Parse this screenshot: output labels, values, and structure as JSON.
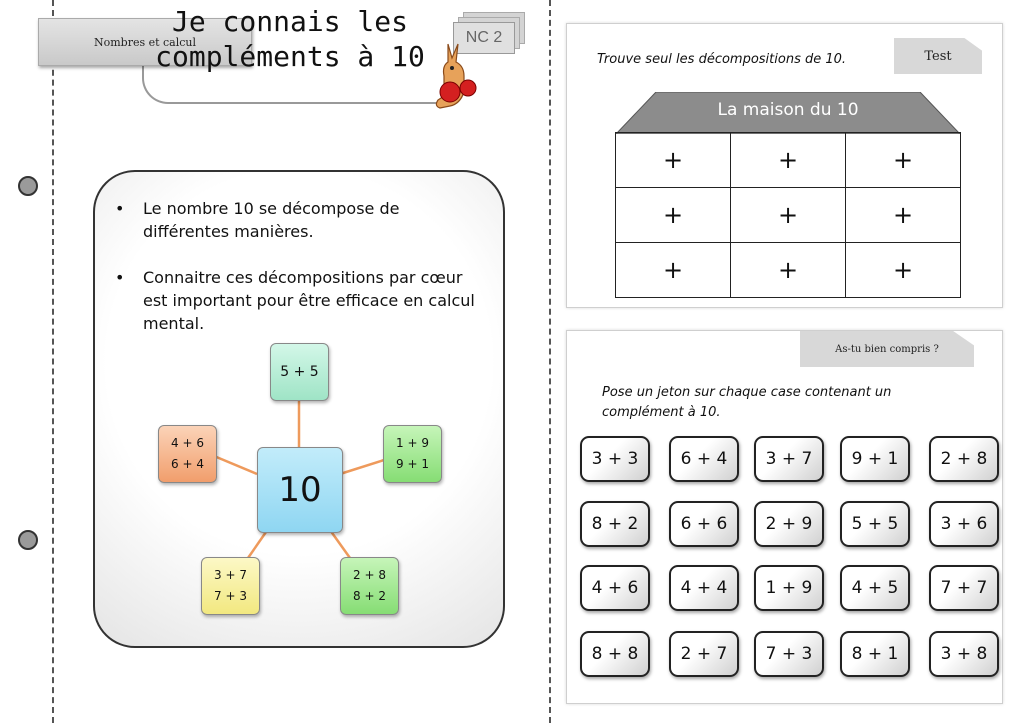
{
  "header": {
    "scroll_label": "Nombres et calcul",
    "title": "Je connais les compléments à 10",
    "badge": "NC 2",
    "mascot_icon": "kangaroo-boxing-icon"
  },
  "lesson": {
    "bullets": [
      "Le nombre 10 se décompose de différentes manières.",
      "Connaitre ces décompositions par cœur est important pour être efficace en calcul mental."
    ],
    "center": "10",
    "nodes": [
      {
        "lines": [
          "5 + 5"
        ],
        "color": "#b7ecd9"
      },
      {
        "lines": [
          "1 + 9",
          "9 + 1"
        ],
        "color": "#9fe88f"
      },
      {
        "lines": [
          "2 + 8",
          "8 + 2"
        ],
        "color": "#9fe88f"
      },
      {
        "lines": [
          "3 + 7",
          "7 + 3"
        ],
        "color": "#f9f3a4"
      },
      {
        "lines": [
          "4 + 6",
          "6 + 4"
        ],
        "color": "#f6b78f"
      }
    ],
    "center_color": "#a9e4f7",
    "connector_color": "#ee9a5c"
  },
  "test": {
    "tab_label": "Test",
    "instruction": "Trouve seul les décompositions de 10.",
    "house_title": "La maison du 10",
    "cells": [
      [
        "+",
        "+",
        "+"
      ],
      [
        "+",
        "+",
        "+"
      ],
      [
        "+",
        "+",
        "+"
      ]
    ]
  },
  "quiz": {
    "tab_label": "As-tu bien compris ?",
    "instruction_line1": "Pose un jeton sur chaque case contenant un",
    "instruction_line2": "complément à 10.",
    "rows": [
      [
        "3 + 3",
        "6 + 4",
        "3 + 7",
        "9 + 1",
        "2 + 8"
      ],
      [
        "8 + 2",
        "6 + 6",
        "2 + 9",
        "5 + 5",
        "3 + 6"
      ],
      [
        "4 + 6",
        "4 + 4",
        "1 + 9",
        "4 + 5",
        "7 + 7"
      ],
      [
        "8 + 8",
        "2 + 7",
        "7 + 3",
        "8 + 1",
        "3 + 8"
      ]
    ]
  }
}
